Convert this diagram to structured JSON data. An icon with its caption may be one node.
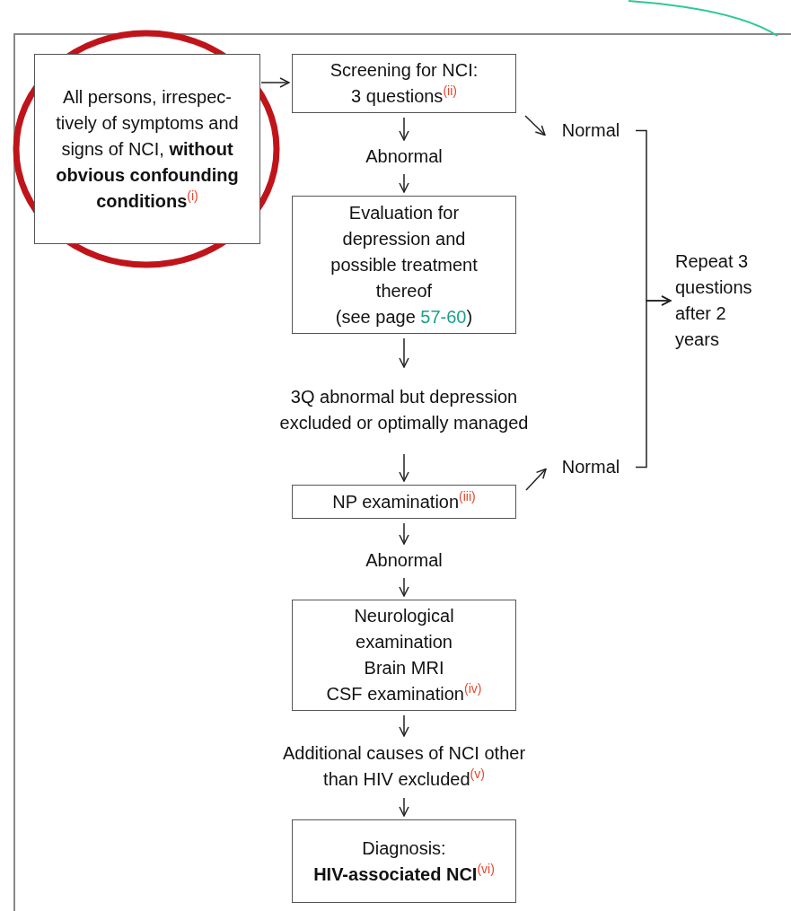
{
  "diagram": {
    "nodes": [
      {
        "text": [
          "All persons, irrespec-tively of symptoms and signs of NCI, **without obvious confounding conditions**$^{(i)}$"
        ]
      },
      {
        "text": [
          "Screening for NCI: 3 questions$^{(ii)}$"
        ]
      },
      {
        "text": [
          "Normal"
        ]
      },
      {
        "text": [
          "Abnormal"
        ]
      },
      {
        "text": [
          "Evaluation for depression and possible treatment thereof",
          "(see page 57-60)"
        ]
      },
      {
        "text": [
          "3Q abnormal but depression excluded or optimally managed"
        ]
      },
      {
        "text": [
          "NP examination$^{(iii)}$"
        ]
      },
      {
        "text": [
          "Normal"
        ]
      },
      {
        "text": [
          "Abnormal"
        ]
      },
      {
        "text": [
          "Neurological examination",
          "Brain MRI",
          "CSF examination$^{(iv)}$"
        ]
      },
      {
        "text": [
          "Additional causes of NCI other than HIV excluded$^{(v)}$"
        ]
      },
      {
        "text": [
          "Diagnosis:",
          "**HIV-associated NCI**$^{(vi)}$"
        ]
      },
      {
        "text": [
          "Repeat 3 questions after 2 years"
        ]
      }
    ],
    "edges": [
      {
        "from": 0,
        "to": 1,
        "arrow": "to"
      },
      {
        "from": 1,
        "to": 2,
        "arrow": "to"
      },
      {
        "from": 1,
        "to": 3,
        "arrow": "to"
      },
      {
        "from": 3,
        "to": 4,
        "arrow": "to"
      },
      {
        "from": 4,
        "to": 5,
        "arrow": "to"
      },
      {
        "from": 5,
        "to": 6,
        "arrow": "to"
      },
      {
        "from": 6,
        "to": 7,
        "arrow": "to"
      },
      {
        "from": 6,
        "to": 8,
        "arrow": "to"
      },
      {
        "from": 8,
        "to": 9,
        "arrow": "to"
      },
      {
        "from": 9,
        "to": 10,
        "arrow": "to"
      },
      {
        "from": 10,
        "to": 11,
        "arrow": "to"
      },
      {
        "from": 2,
        "to": 12,
        "arrow": "to"
      },
      {
        "from": 7,
        "to": 12,
        "arrow": "to"
      }
    ]
  }
}
